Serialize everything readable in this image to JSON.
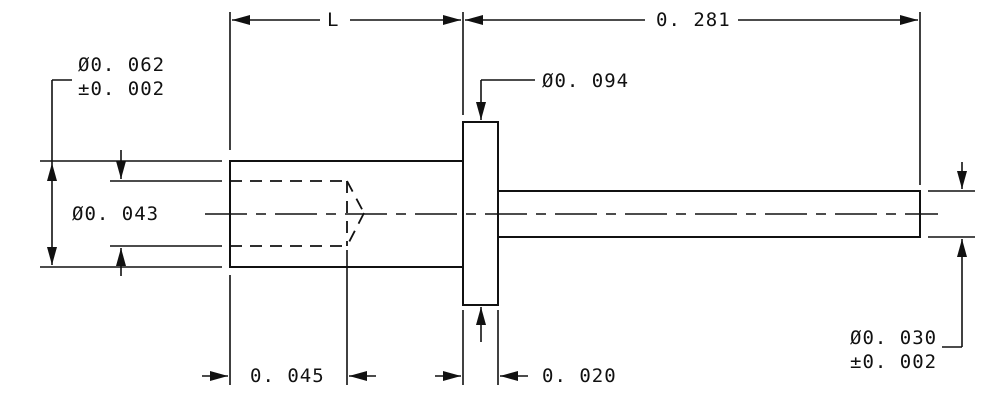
{
  "drawing": {
    "dimensions": {
      "length": "L",
      "overall_length": "0. 281",
      "outer_diameter": "Ø0. 062",
      "outer_diameter_tol": "±0. 002",
      "flange_diameter": "Ø0. 094",
      "bore_diameter": "Ø0. 043",
      "bore_depth": "0. 045",
      "flange_thickness": "0. 020",
      "pin_diameter": "Ø0. 030",
      "pin_diameter_tol": "±0. 002"
    },
    "colors": {
      "line": "#111111",
      "background": "#ffffff"
    }
  }
}
